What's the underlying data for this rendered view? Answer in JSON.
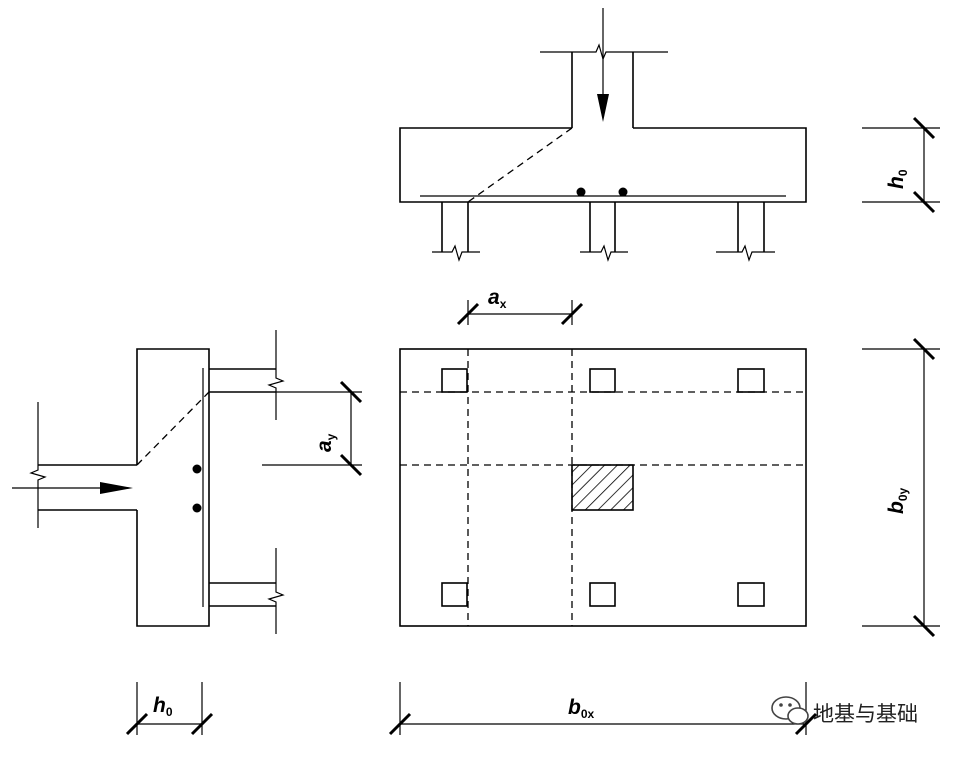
{
  "labels": {
    "ax_main": "a",
    "ax_sub": "x",
    "ay_main": "a",
    "ay_sub": "y",
    "h0_main": "h",
    "h0_sub": "0",
    "b0x_main": "b",
    "b0x_sub": "0x",
    "b0y_main": "b",
    "b0y_sub": "0y"
  },
  "watermark": {
    "text": "地基与基础",
    "icon": "wechat-bubble-icon"
  },
  "colors": {
    "line": "#000000",
    "background": "#ffffff"
  }
}
